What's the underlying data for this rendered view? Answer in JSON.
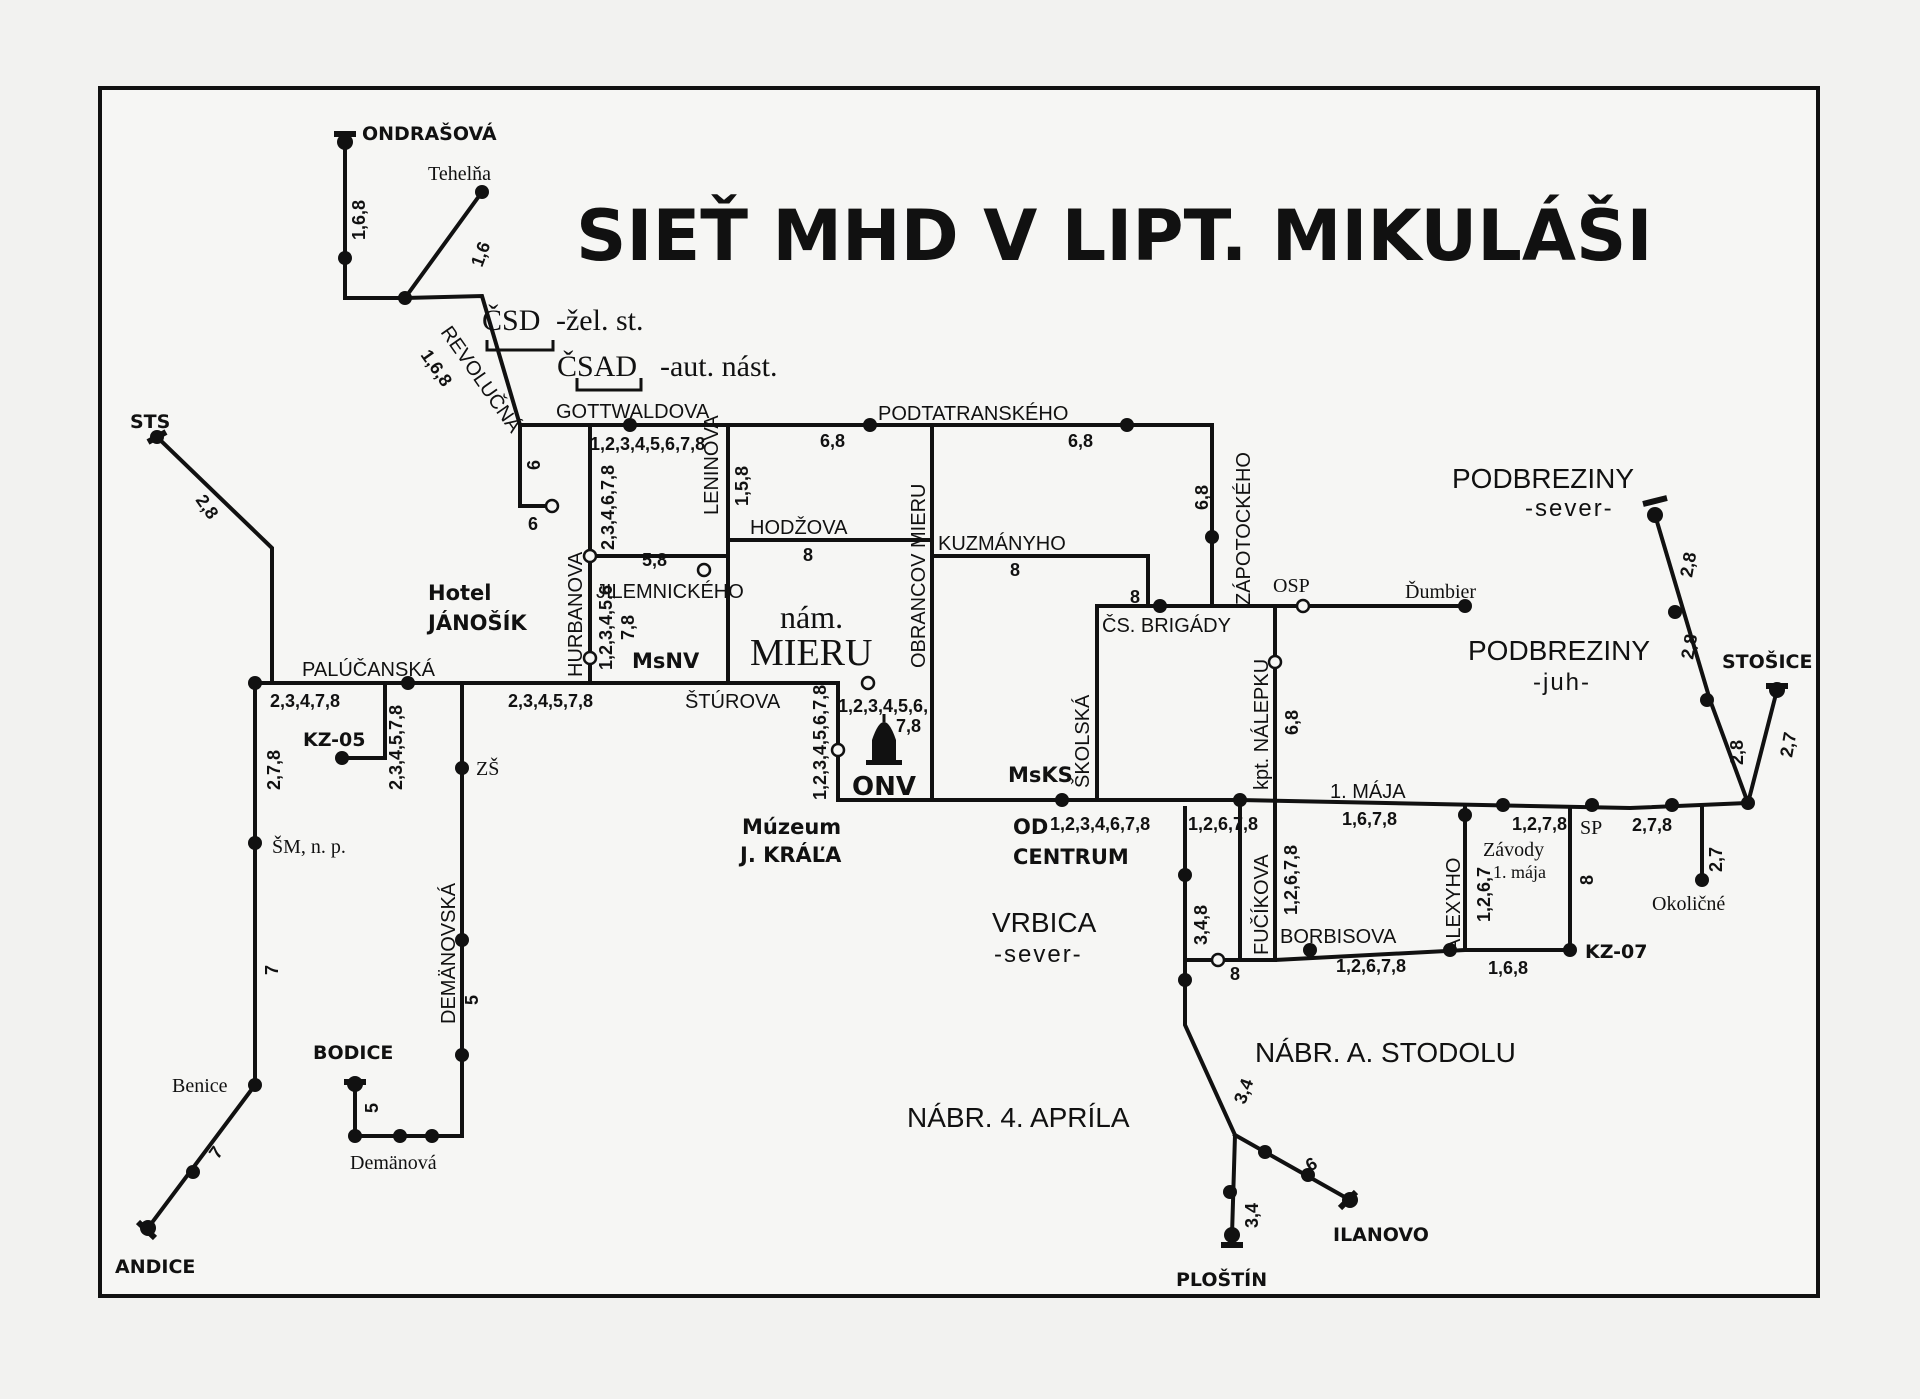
{
  "title": "SIEŤ MHD V LIPT. MIKULÁŠI",
  "legend": {
    "csd": "ČSD",
    "csd_desc": "-žel. st.",
    "csad": "ČSAD",
    "csad_desc": "-aut. nást."
  },
  "districts": {
    "podbreziny_sever": "PODBREZINY",
    "podbreziny_sever_sub": "-sever-",
    "podbreziny_juh": "PODBREZINY",
    "podbreziny_juh_sub": "-juh-",
    "vrbica": "VRBICA",
    "vrbica_sub": "-sever-",
    "nabr_stodolu": "NÁBR.  A. STODOLU",
    "nabr_apila": "NÁBR. 4. APRÍLA",
    "nam_mieru_1": "nám.",
    "nam_mieru_2": "MIERU"
  },
  "terminals": {
    "ondrasova": "ONDRAŠOVÁ",
    "sts": "STS",
    "andice": "ANDICE",
    "bodice": "BODICE",
    "stosice": "STOŠICE",
    "plostin": "PLOŠTÍN",
    "ilanovo": "ILANOVO",
    "kz07": "KZ-07",
    "kz05": "KZ-05"
  },
  "places": {
    "tehelna": "Tehelňa",
    "benice": "Benice",
    "demanova": "Demänová",
    "zs": "ZŠ",
    "sm": "ŠM, n. p.",
    "osp": "OSP",
    "dumbier": "Ďumbier",
    "okolicne": "Okoličné",
    "sp": "SP",
    "zavody": "Závody",
    "maja": "1. mája",
    "hotel": "Hotel",
    "janosik": "JÁNOŠÍK",
    "msnv": "MsNV",
    "onv": "ONV",
    "msks": "MsKS",
    "muzeum": "Múzeum",
    "jkrala": "J. KRÁĽA",
    "od": "OD",
    "centrum": "CENTRUM"
  },
  "streets": {
    "gottwaldova": "GOTTWALDOVA",
    "podtatranskeho": "PODTATRANSKÉHO",
    "revolucna": "REVOLUČNÁ",
    "hodzova": "HODŽOVA",
    "kuzmanyho": "KUZMÁNYHO",
    "leninova": "LENINOVA",
    "obrancov": "OBRANCOV MIERU",
    "zapotockeho": "ZÁPOTOCKÉHO",
    "hurbanova": "HURBANOVA",
    "jilemnickeho": "JILEMNICKÉHO",
    "palucanska": "PALÚČANSKÁ",
    "sturova": "ŠTÚROVA",
    "cs_brigady": "ČS. BRIGÁDY",
    "skolska": "ŠKOLSKÁ",
    "nalepku": "kpt. NÁLEPKU",
    "maja": "1. MÁJA",
    "fucikova": "FUČÍKOVA",
    "alexyho": "ALEXYHO",
    "borbisova": "BORBISOVA",
    "demanovska": "DEMÄNOVSKÁ"
  },
  "route_labels": {
    "l168a": "1,6,8",
    "l16": "1,6",
    "l168b": "1,6,8",
    "l28": "2,8",
    "gott": "1,2,3,4,5,6,7,8",
    "l68a": "6,8",
    "l68b": "6,8",
    "l68c": "6,8",
    "l6a": "6",
    "l6b": "6",
    "l158": "1,5,8",
    "l8a": "8",
    "l8b": "8",
    "l8c": "8",
    "l23468": "2,3,4,6,7,8",
    "l58": "5,8",
    "l12346": "1,2,3,4,5,6",
    "l78a": "7,8",
    "l23478": "2,3,4,7,8",
    "l234578a": "2,3,4,5,7,8",
    "l234578b": "2,3,4,5,7,8",
    "onv1": "1,2,3,4,5,6,",
    "onv2": "7,8",
    "l1234568": "1,2,3,4,5,6,7,8",
    "l278a": "2,7,8",
    "l7a": "7",
    "l7b": "7",
    "l5a": "5",
    "l5b": "5",
    "od": "1,2,3,4,6,7,8",
    "l1267a": "1,2,6,7,8",
    "l1678": "1,6,7,8",
    "l1278": "1,2,7,8",
    "l278b": "2,7,8",
    "l68d": "6,8",
    "l348": "3,4,8",
    "l1267b": "1,2,6,7,8",
    "l126": "1,2,6,7",
    "l1267c": "1,2,6,7,8",
    "l168c": "1,6,8",
    "l8d": "8",
    "l8e": "8",
    "l34a": "3,4",
    "l34b": "3,4",
    "l278c": "2,8",
    "l278d": "2,8",
    "l28e": "2,8",
    "l27a": "2,7",
    "l27b": "2,7",
    "l8f": "8",
    "l6c": "6",
    "l1e": "1,6"
  }
}
